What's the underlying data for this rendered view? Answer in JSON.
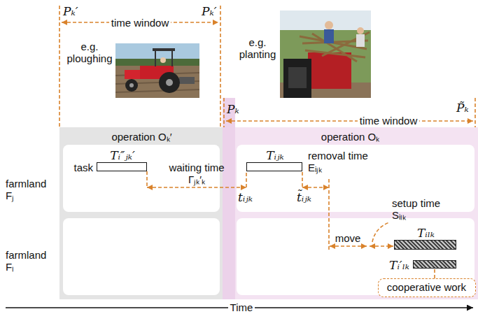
{
  "diagram": {
    "nodes": [
      {
        "text": [
          "operation Oₖ′"
        ]
      },
      {
        "text": [
          "operation Oₖ"
        ]
      },
      {
        "text": [
          "task",
          "Tᵢ″ⱼₖ′"
        ],
        "in": 0
      },
      {
        "text": [
          "Tᵢⱼₖ"
        ],
        "in": 1
      },
      {
        "text": [
          "Tᵢₗₖ"
        ],
        "in": 1
      },
      {
        "text": [
          "Tᵢ′ₗₖ"
        ],
        "in": 1
      },
      {
        "text": [
          "cooperative work"
        ],
        "in": 1
      }
    ],
    "edges": [
      {
        "from": 2,
        "to": 3,
        "arrow": "both",
        "label": "waiting time Γⱼₖ′ₖ"
      },
      {
        "from": 6,
        "to": 5,
        "arrow": "none"
      }
    ],
    "labels": [
      "Pₖ′",
      "time window",
      "Pₖ′",
      "e.g. ploughing",
      "e.g. planting",
      "Pₖ",
      "time window",
      "P̃ₖ",
      "farmland Fⱼ",
      "farmland Fₗ",
      "tᵢⱼₖ",
      "t̃ᵢⱼₖ",
      "removal time Eᵢⱼₖ",
      "move",
      "setup time Sᵢₗₖ",
      "Time"
    ]
  }
}
